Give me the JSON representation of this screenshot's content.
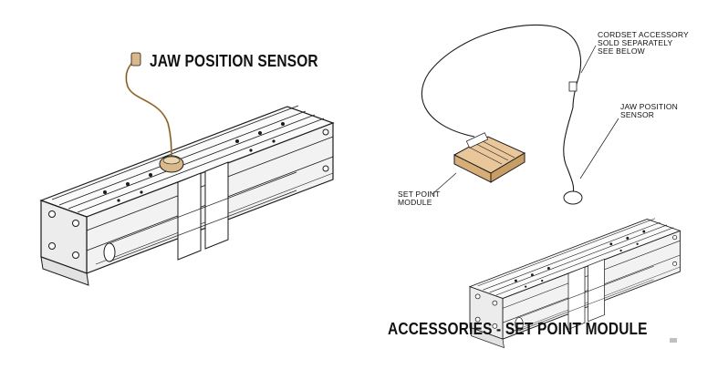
{
  "labels": {
    "jaw_position_sensor_title": "JAW POSITION SENSOR",
    "accessories_title": "ACCESSORIES - SET POINT MODULE",
    "cordset_callout": "CORDSET ACCESSORY\nSOLD SEPARATELY\nSEE BELOW",
    "jaw_sensor_callout": "JAW POSITION\nSENSOR",
    "set_point_callout": "SET POINT\nMODULE"
  },
  "colors": {
    "line": "#1a1a1a",
    "cable": "#c79a5a",
    "sensor_body": "#d9b88a",
    "module_body": "#e9c79a",
    "page_mark": "#c0c0c0"
  }
}
